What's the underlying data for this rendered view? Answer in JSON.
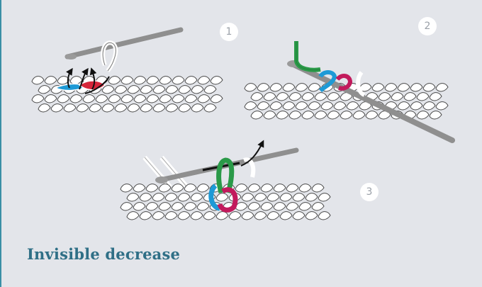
{
  "title": "Invisible decrease",
  "steps": [
    {
      "number": "1"
    },
    {
      "number": "2"
    },
    {
      "number": "3"
    }
  ],
  "colors": {
    "background": "#e3e5ea",
    "title": "#2f6f86",
    "hook": "#9a9a9a",
    "yarn_blue": "#1e9ad6",
    "yarn_red": "#d5263a",
    "yarn_pink": "#c21a5c",
    "yarn_green": "#2a9a48",
    "arrow": "#111111"
  }
}
